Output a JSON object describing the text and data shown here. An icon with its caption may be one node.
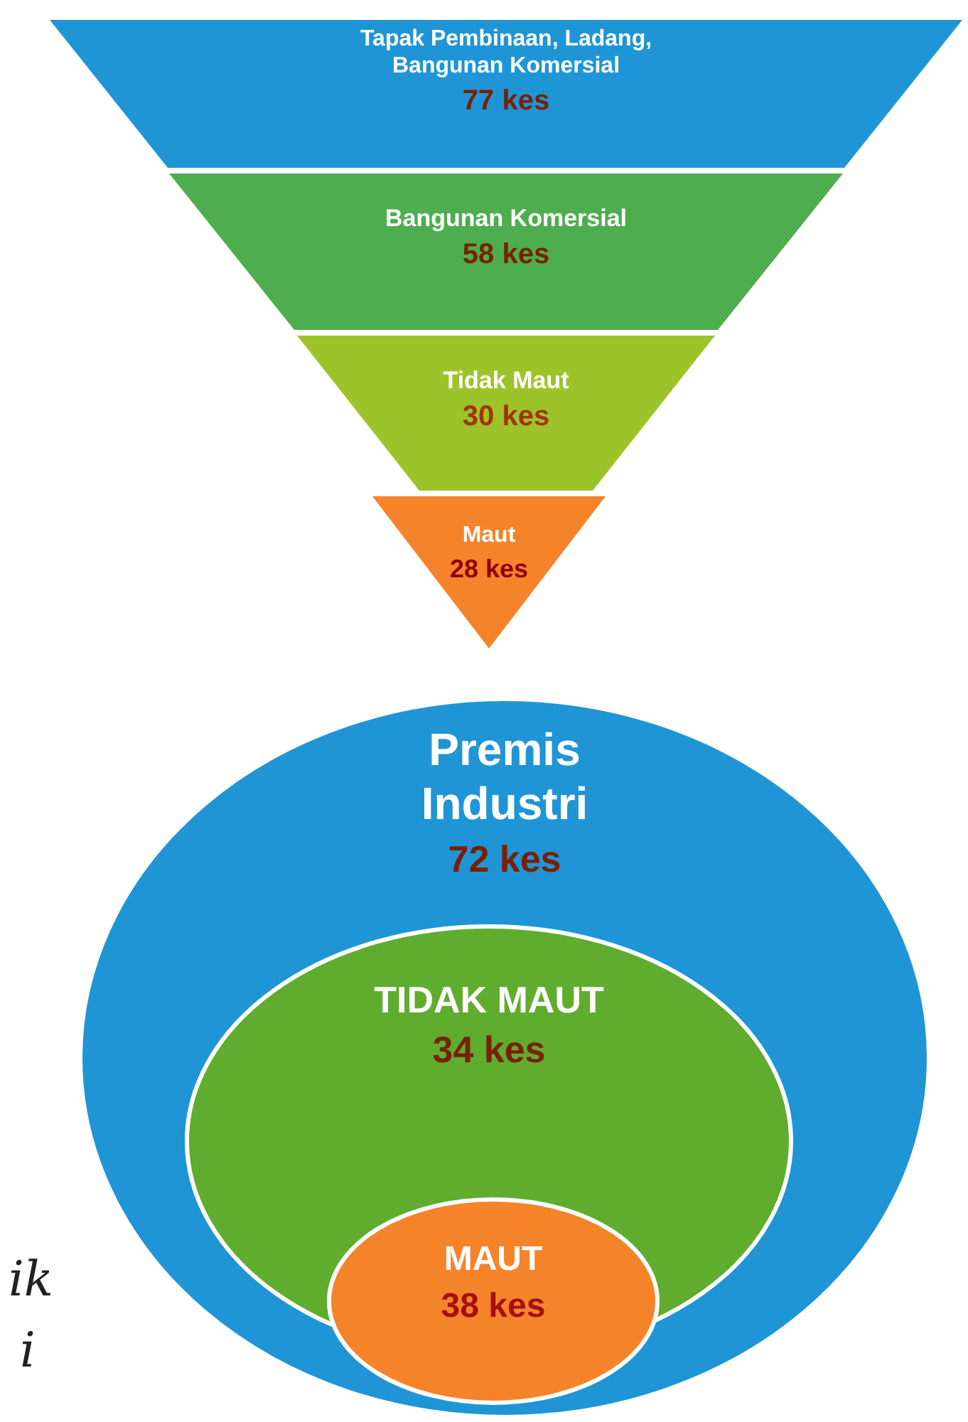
{
  "diagram": {
    "nodes": [
      {
        "text": [
          "Tapak Pembinaan, Ladang, Bangunan Komersial",
          "77 kes"
        ]
      },
      {
        "text": [
          "Bangunan Komersial",
          "58 kes"
        ]
      },
      {
        "text": [
          "Tidak Maut",
          "30 kes"
        ]
      },
      {
        "text": [
          "Maut",
          "28 kes"
        ]
      },
      {
        "text": [
          "Premis Industri",
          "72 kes"
        ]
      },
      {
        "text": [
          "TIDAK MAUT",
          "34 kes"
        ],
        "in": 4
      },
      {
        "text": [
          "MAUT",
          "38 kes"
        ],
        "in": 4
      }
    ],
    "labels": [
      "ik",
      "i"
    ]
  }
}
